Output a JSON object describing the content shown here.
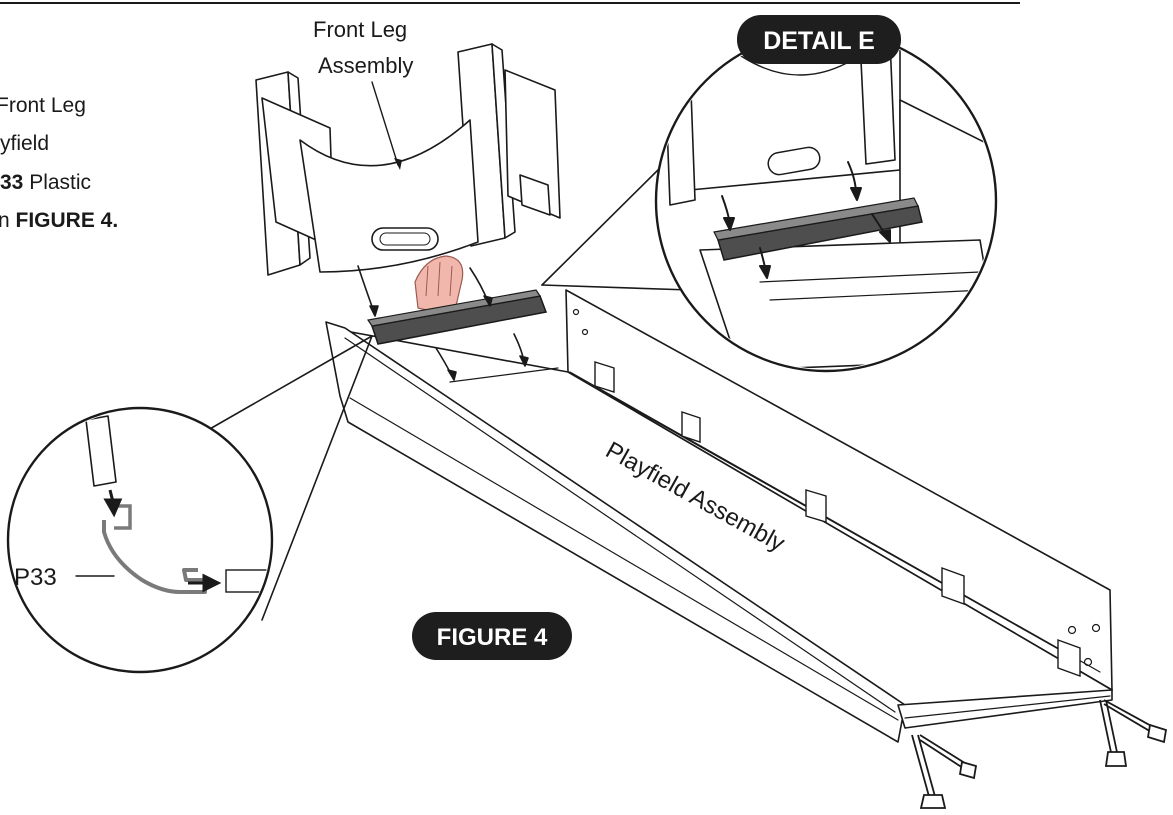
{
  "intro": {
    "line1": "Front Leg",
    "line2": "yfield",
    "line3_bold": "33",
    "line3_rest": " Plastic",
    "line4_prefix": "n ",
    "line4_bold": "FIGURE 4."
  },
  "labels": {
    "front_leg_line1": "Front Leg",
    "front_leg_line2": "Assembly",
    "detail_badge": "DETAIL E",
    "playfield": "Playfield Assembly",
    "part_code": "P33",
    "figure_badge": "FIGURE 4"
  },
  "colors": {
    "ink": "#1a1a1a",
    "badge_bg": "#1e1e1e",
    "trim_gray": "#5a5a5a",
    "hand": "#f2b7ac"
  }
}
